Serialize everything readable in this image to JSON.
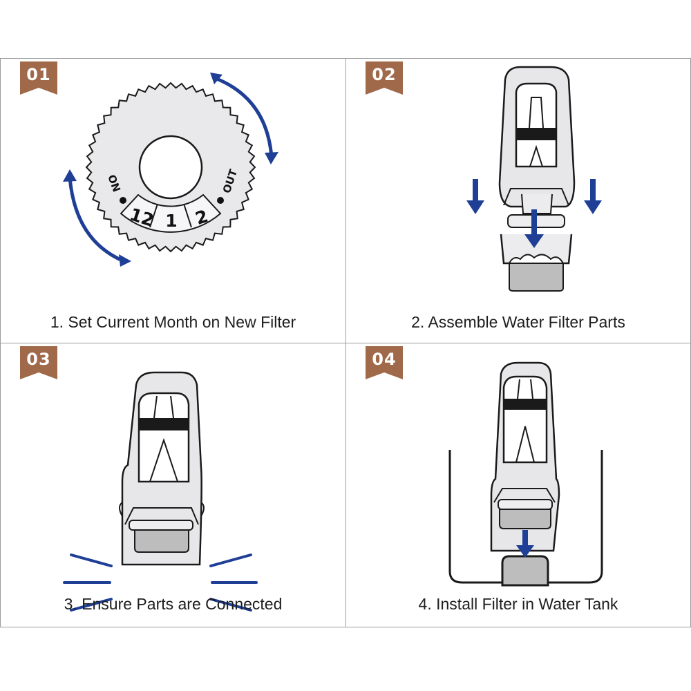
{
  "steps": [
    {
      "number": "01",
      "caption": "1. Set Current Month on New Filter"
    },
    {
      "number": "02",
      "caption": "2. Assemble Water Filter Parts"
    },
    {
      "number": "03",
      "caption": "3. Ensure Parts are Connected"
    },
    {
      "number": "04",
      "caption": "4. Install Filter in Water Tank"
    }
  ],
  "dial": {
    "on_label": "ON",
    "out_label": "OUT",
    "months": [
      "12",
      "1",
      "2"
    ]
  },
  "colors": {
    "badge": "#a0694a",
    "arrow": "#1f3f97",
    "outline": "#1a1a1a",
    "filter_body": "#e7e7ea",
    "filter_bottom": "#bdbdbd"
  }
}
